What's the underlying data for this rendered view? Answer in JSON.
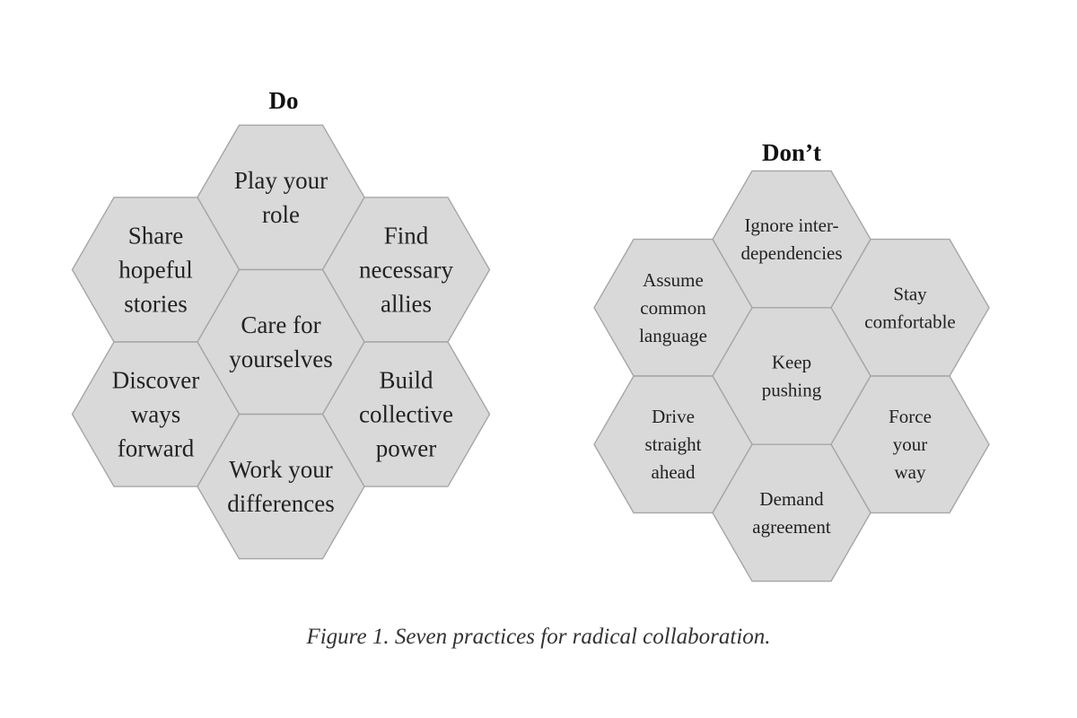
{
  "do": {
    "title": "Do",
    "cells": [
      {
        "key": "top",
        "lines": [
          "Play your",
          "role"
        ]
      },
      {
        "key": "upper_left",
        "lines": [
          "Share",
          "hopeful",
          "stories"
        ]
      },
      {
        "key": "upper_right",
        "lines": [
          "Find",
          "necessary",
          "allies"
        ]
      },
      {
        "key": "center",
        "lines": [
          "Care for",
          "yourselves"
        ]
      },
      {
        "key": "lower_left",
        "lines": [
          "Discover",
          "ways",
          "forward"
        ]
      },
      {
        "key": "lower_right",
        "lines": [
          "Build",
          "collective",
          "power"
        ]
      },
      {
        "key": "bottom",
        "lines": [
          "Work your",
          "differences"
        ]
      }
    ]
  },
  "dont": {
    "title": "Don’t",
    "cells": [
      {
        "key": "top",
        "lines": [
          "Ignore inter-",
          "dependencies"
        ]
      },
      {
        "key": "upper_left",
        "lines": [
          "Assume",
          "common",
          "language"
        ]
      },
      {
        "key": "upper_right",
        "lines": [
          "Stay",
          "comfortable"
        ]
      },
      {
        "key": "center",
        "lines": [
          "Keep",
          "pushing"
        ]
      },
      {
        "key": "lower_left",
        "lines": [
          "Drive",
          "straight",
          "ahead"
        ]
      },
      {
        "key": "lower_right",
        "lines": [
          "Force",
          "your",
          "way"
        ]
      },
      {
        "key": "bottom",
        "lines": [
          "Demand",
          "agreement"
        ]
      }
    ]
  },
  "caption": "Figure 1. Seven practices for radical collaboration.",
  "colors": {
    "hex_fill": "#d9d9d9",
    "hex_stroke": "#a6a6a6"
  }
}
